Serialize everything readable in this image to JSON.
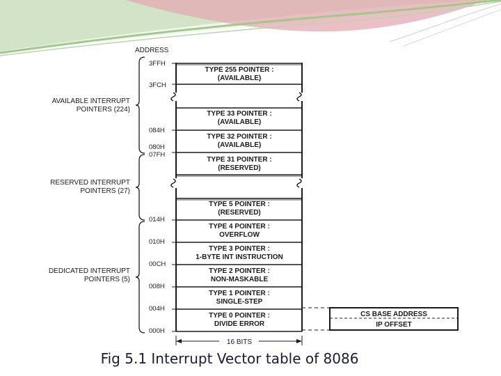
{
  "header": {
    "address_label": "ADDRESS"
  },
  "cells": [
    {
      "line1": "TYPE 255 POINTER :",
      "line2": "(AVAILABLE)"
    },
    {
      "line1": "TYPE 33 POINTER :",
      "line2": "(AVAILABLE)"
    },
    {
      "line1": "TYPE 32 POINTER :",
      "line2": "(AVAILABLE)"
    },
    {
      "line1": "TYPE 31 POINTER :",
      "line2": "(RESERVED)"
    },
    {
      "line1": "TYPE 5 POINTER :",
      "line2": "(RESERVED)"
    },
    {
      "line1": "TYPE 4 POINTER :",
      "line2": "OVERFLOW"
    },
    {
      "line1": "TYPE 3 POINTER :",
      "line2": "1-BYTE INT INSTRUCTION"
    },
    {
      "line1": "TYPE 2 POINTER :",
      "line2": "NON-MASKABLE"
    },
    {
      "line1": "TYPE 1 POINTER :",
      "line2": "SINGLE-STEP"
    },
    {
      "line1": "TYPE 0 POINTER :",
      "line2": "DIVIDE ERROR"
    }
  ],
  "addresses": [
    "3FFH",
    "3FCH",
    "084H",
    "080H",
    "07FH",
    "014H",
    "010H",
    "00CH",
    "008H",
    "004H",
    "000H"
  ],
  "groups": [
    {
      "line1": "AVAILABLE INTERRUPT",
      "line2": "POINTERS (224)"
    },
    {
      "line1": "RESERVED INTERRUPT",
      "line2": "POINTERS (27)"
    },
    {
      "line1": "DEDICATED INTERRUPT",
      "line2": "POINTERS (5)"
    }
  ],
  "side_box": {
    "line1": "CS BASE ADDRESS",
    "line2": "IP OFFSET"
  },
  "width_label": "16 BITS",
  "caption": "Fig 5.1 Interrupt Vector table of 8086",
  "colors": {
    "banner_green": "#9ecb8a",
    "banner_pink": "#e6a9b3",
    "ink": "#1a1a1a"
  }
}
